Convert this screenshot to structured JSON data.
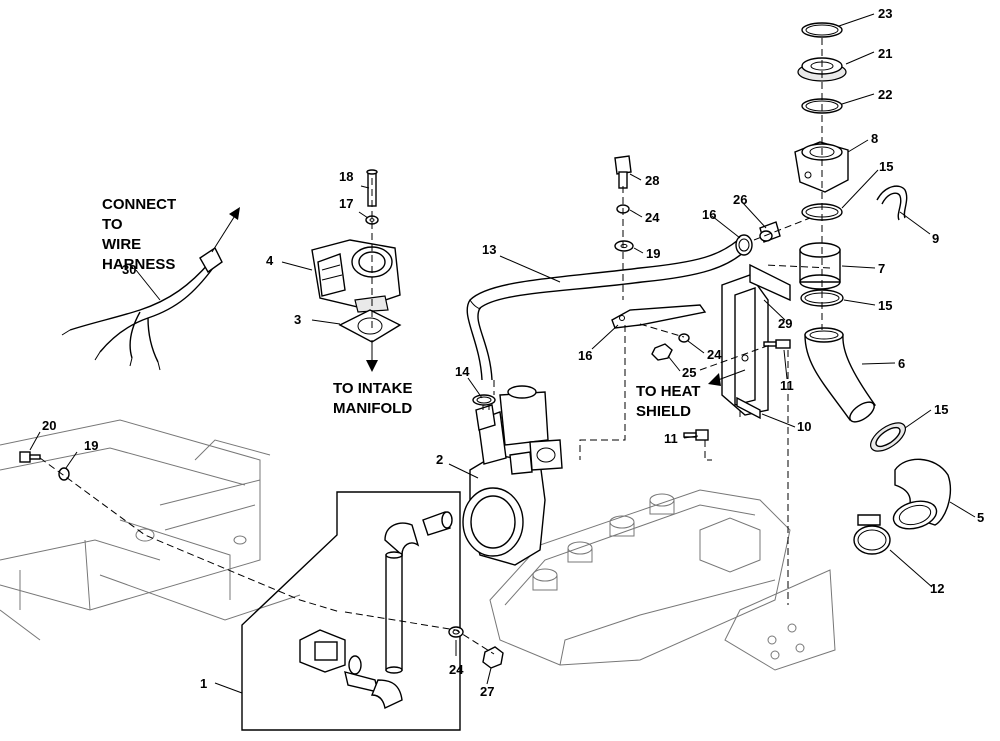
{
  "callouts": [
    {
      "n": "23"
    },
    {
      "n": "21"
    },
    {
      "n": "22"
    },
    {
      "n": "8"
    },
    {
      "n": "15"
    },
    {
      "n": "9"
    },
    {
      "n": "28"
    },
    {
      "n": "26"
    },
    {
      "n": "16"
    },
    {
      "n": "24"
    },
    {
      "n": "19"
    },
    {
      "n": "13"
    },
    {
      "n": "7"
    },
    {
      "n": "15"
    },
    {
      "n": "29"
    },
    {
      "n": "16"
    },
    {
      "n": "24"
    },
    {
      "n": "25"
    },
    {
      "n": "6"
    },
    {
      "n": "11"
    },
    {
      "n": "15"
    },
    {
      "n": "10"
    },
    {
      "n": "11"
    },
    {
      "n": "5"
    },
    {
      "n": "12"
    },
    {
      "n": "18"
    },
    {
      "n": "17"
    },
    {
      "n": "4"
    },
    {
      "n": "3"
    },
    {
      "n": "30"
    },
    {
      "n": "14"
    },
    {
      "n": "2"
    },
    {
      "n": "20"
    },
    {
      "n": "19"
    },
    {
      "n": "1"
    },
    {
      "n": "24"
    },
    {
      "n": "27"
    }
  ],
  "notes": {
    "wire_harness": [
      "CONNECT",
      "TO",
      "WIRE",
      "HARNESS"
    ],
    "intake": [
      "TO INTAKE",
      "MANIFOLD"
    ],
    "heat_shield": [
      "TO HEAT",
      "SHIELD"
    ]
  }
}
